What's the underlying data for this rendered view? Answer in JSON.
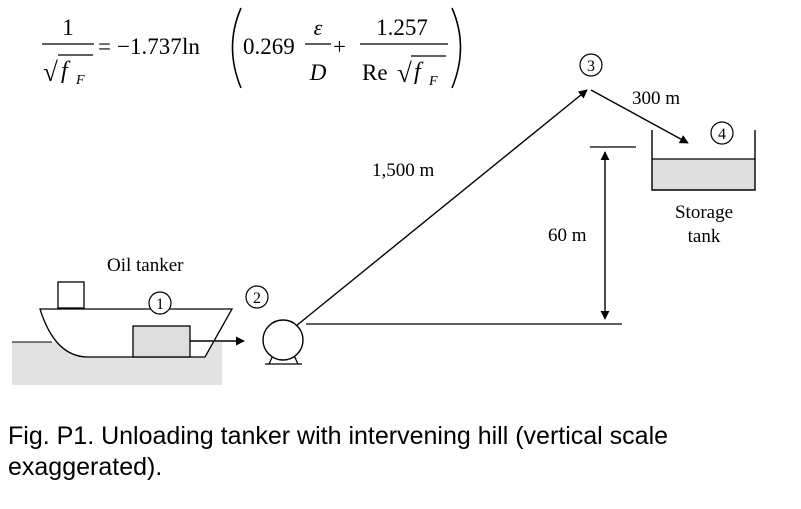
{
  "equation": {
    "lhs_numerator": "1",
    "sqrt_symbol": "√",
    "f_symbol": "f",
    "f_subscript": "F",
    "equals": "=",
    "coefficient": "−1.737",
    "ln": "ln",
    "constant": "0.269",
    "epsilon": "ε",
    "diameter": "D",
    "plus": "+",
    "constant2": "1.257",
    "reynolds": "Re"
  },
  "diagram": {
    "tanker_label": "Oil tanker",
    "storage_label_line1": "Storage",
    "storage_label_line2": "tank",
    "length_1": "1,500 m",
    "length_2": "300 m",
    "height": "60 m",
    "point_1": "1",
    "point_2": "2",
    "point_3": "3",
    "point_4": "4"
  },
  "caption": "Fig. P1. Unloading tanker with intervening hill (vertical scale exaggerated).",
  "colors": {
    "line": "#000000",
    "ground": "#e2e2e2",
    "liquid": "#dedede",
    "background": "#ffffff"
  }
}
